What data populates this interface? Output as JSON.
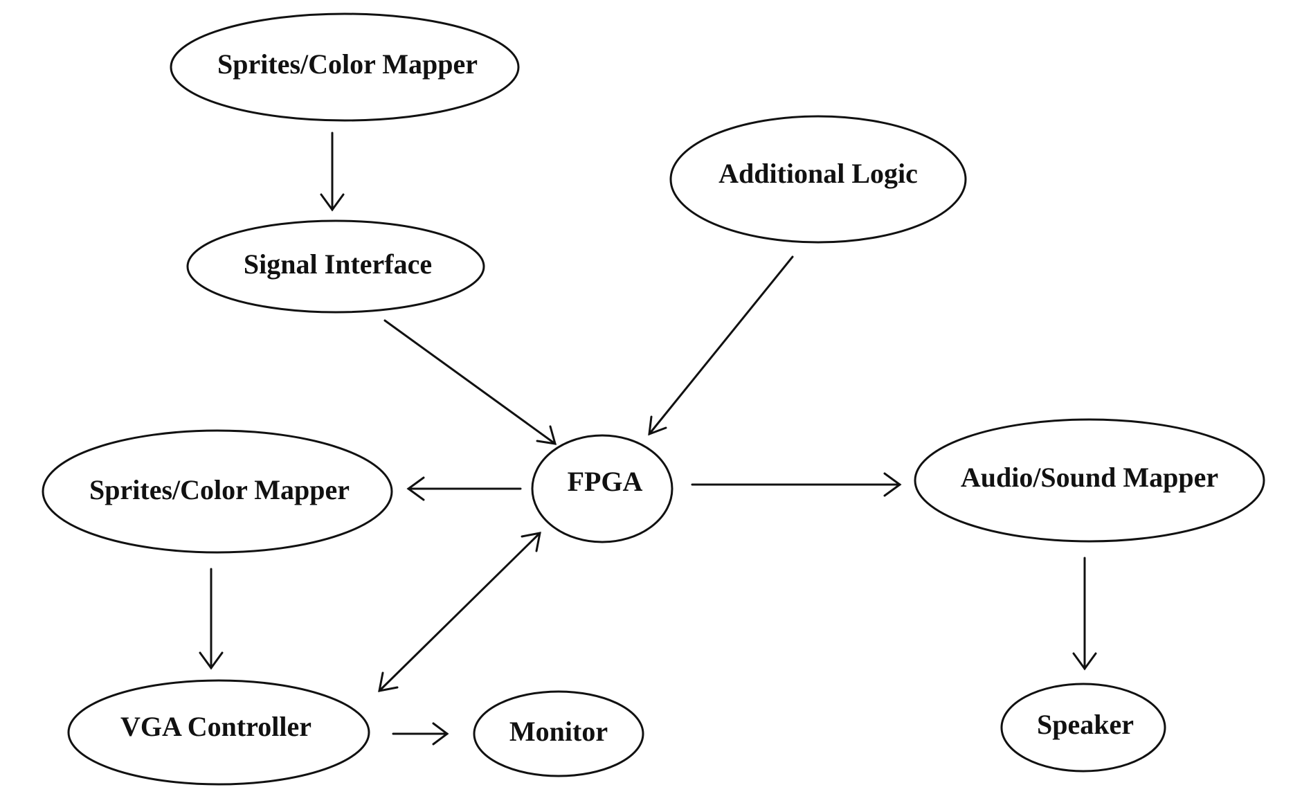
{
  "nodes": {
    "sprites_top": {
      "label": "Sprites/Color Mapper"
    },
    "signal_interface": {
      "label": "Signal Interface"
    },
    "additional_logic": {
      "label": "Additional Logic"
    },
    "sprites_left": {
      "label": "Sprites/Color Mapper"
    },
    "fpga": {
      "label": "FPGA"
    },
    "audio_mapper": {
      "label": "Audio/Sound Mapper"
    },
    "vga_controller": {
      "label": "VGA Controller"
    },
    "monitor": {
      "label": "Monitor"
    },
    "speaker": {
      "label": "Speaker"
    }
  },
  "edges": [
    {
      "from": "sprites_top",
      "to": "signal_interface",
      "direction": "forward"
    },
    {
      "from": "signal_interface",
      "to": "fpga",
      "direction": "forward"
    },
    {
      "from": "additional_logic",
      "to": "fpga",
      "direction": "forward"
    },
    {
      "from": "fpga",
      "to": "sprites_left",
      "direction": "forward"
    },
    {
      "from": "fpga",
      "to": "audio_mapper",
      "direction": "forward"
    },
    {
      "from": "sprites_left",
      "to": "vga_controller",
      "direction": "forward"
    },
    {
      "from": "vga_controller",
      "to": "fpga",
      "direction": "both"
    },
    {
      "from": "vga_controller",
      "to": "monitor",
      "direction": "forward"
    },
    {
      "from": "audio_mapper",
      "to": "speaker",
      "direction": "forward"
    }
  ],
  "colors": {
    "stroke": "#111111",
    "background": "#ffffff"
  }
}
